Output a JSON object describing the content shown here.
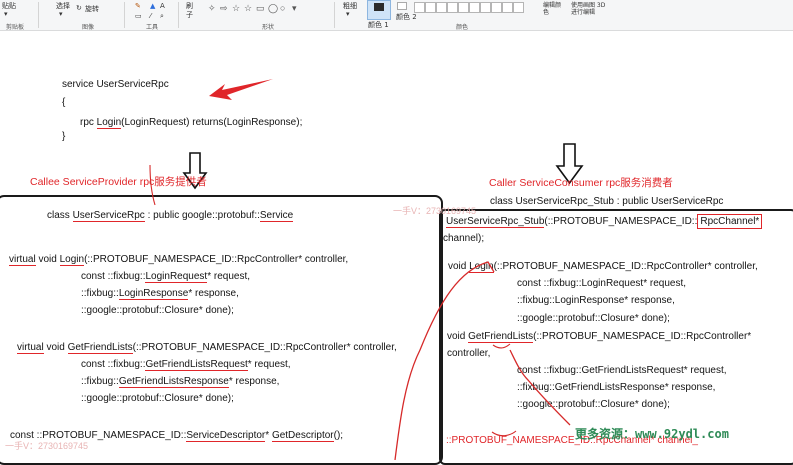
{
  "ribbon": {
    "paste": "贴贴",
    "clipboard_label": "剪贴板",
    "select": "选择",
    "rotate": "旋转",
    "image_label": "图像",
    "tools_label": "工具",
    "brush": "刷",
    "brush_sub": "子",
    "shapes_label": "形状",
    "size": "粗细",
    "color1": "颜色 1",
    "color2": "颜色 2",
    "colors_label": "颜色",
    "edit_colors": "编辑颜色",
    "paint3d": "使用画图 3D 进行编辑",
    "swatch_colors": [
      "#ffffff",
      "#ffffff",
      "#ffffff",
      "#ffffff",
      "#ffffff",
      "#ffffff",
      "#ffffff",
      "#ffffff",
      "#ffffff",
      "#ffffff"
    ],
    "color1_value": "#2b2b2b",
    "color2_value": "#ffffff"
  },
  "top": {
    "service_decl": "service  UserServiceRpc",
    "open_brace": "{",
    "rpc_prefix": "rpc ",
    "rpc_name": "Login",
    "rpc_rest": "(LoginRequest) returns(LoginResponse);",
    "close_brace": "}"
  },
  "left": {
    "title": "Callee ServiceProvider rpc服务提供者",
    "class_prefix": "class ",
    "class_name": "UserServiceRpc",
    "class_mid": " : public google::protobuf::",
    "class_base": "Service",
    "virtual1": "virtual",
    "login_mid": " void ",
    "login_name": "Login",
    "login_rest": "(::PROTOBUF_NAMESPACE_ID::RpcController* controller,",
    "login_p1_pre": "const ::fixbug::",
    "login_p1_name": "LoginRequest",
    "login_p1_post": "* request,",
    "login_p2_pre": "::fixbug::",
    "login_p2_name": "LoginResponse",
    "login_p2_post": "* response,",
    "login_p3": "::google::protobuf::Closure* done);",
    "virtual2": "virtual",
    "gfl_mid": " void ",
    "gfl_name": "GetFriendLists",
    "gfl_rest": "(::PROTOBUF_NAMESPACE_ID::RpcController* controller,",
    "gfl_p1_pre": "const ::fixbug::",
    "gfl_p1_name": "GetFriendListsRequest",
    "gfl_p1_post": "* request,",
    "gfl_p2_pre": "::fixbug::",
    "gfl_p2_name": "GetFriendListsResponse",
    "gfl_p2_post": "* response,",
    "gfl_p3": "::google::protobuf::Closure* done);",
    "desc_pre": "const ::PROTOBUF_NAMESPACE_ID::",
    "desc_type": "ServiceDescriptor",
    "desc_mid": "* ",
    "desc_name": "GetDescriptor",
    "desc_post": "();"
  },
  "right": {
    "title": "Caller ServiceConsumer rpc服务消费者",
    "class_decl": "class UserServiceRpc_Stub : public UserServiceRpc",
    "ctor_name": "UserServiceRpc_Stub",
    "ctor_mid": "(::PROTOBUF_NAMESPACE_ID::",
    "ctor_boxed": "RpcChannel*",
    "ctor_post": "channel);",
    "login_pre": "void ",
    "login_name": "Login",
    "login_rest": "(::PROTOBUF_NAMESPACE_ID::RpcController* controller,",
    "login_p1": "const ::fixbug::LoginRequest* request,",
    "login_p2": "::fixbug::LoginResponse* response,",
    "login_p3": "::google::protobuf::Closure* done);",
    "gfl_pre": "void ",
    "gfl_name": "GetFriendLists",
    "gfl_rest": "(::PROTOBUF_NAMESPACE_ID::RpcController*",
    "gfl_rest2": "controller,",
    "gfl_p1": "const ::fixbug::GetFriendListsRequest* request,",
    "gfl_p2": "::fixbug::GetFriendListsResponse* response,",
    "gfl_p3": "::google::protobuf::Closure* done);",
    "channel_line": "::PROTOBUF_NAMESPACE_ID::RpcChannel* channel_"
  },
  "watermark": {
    "wx_top": "一手V：2730169745",
    "wx_bottom": "一手V：2730169745",
    "site": "更多资源：www.92ydl.com"
  }
}
